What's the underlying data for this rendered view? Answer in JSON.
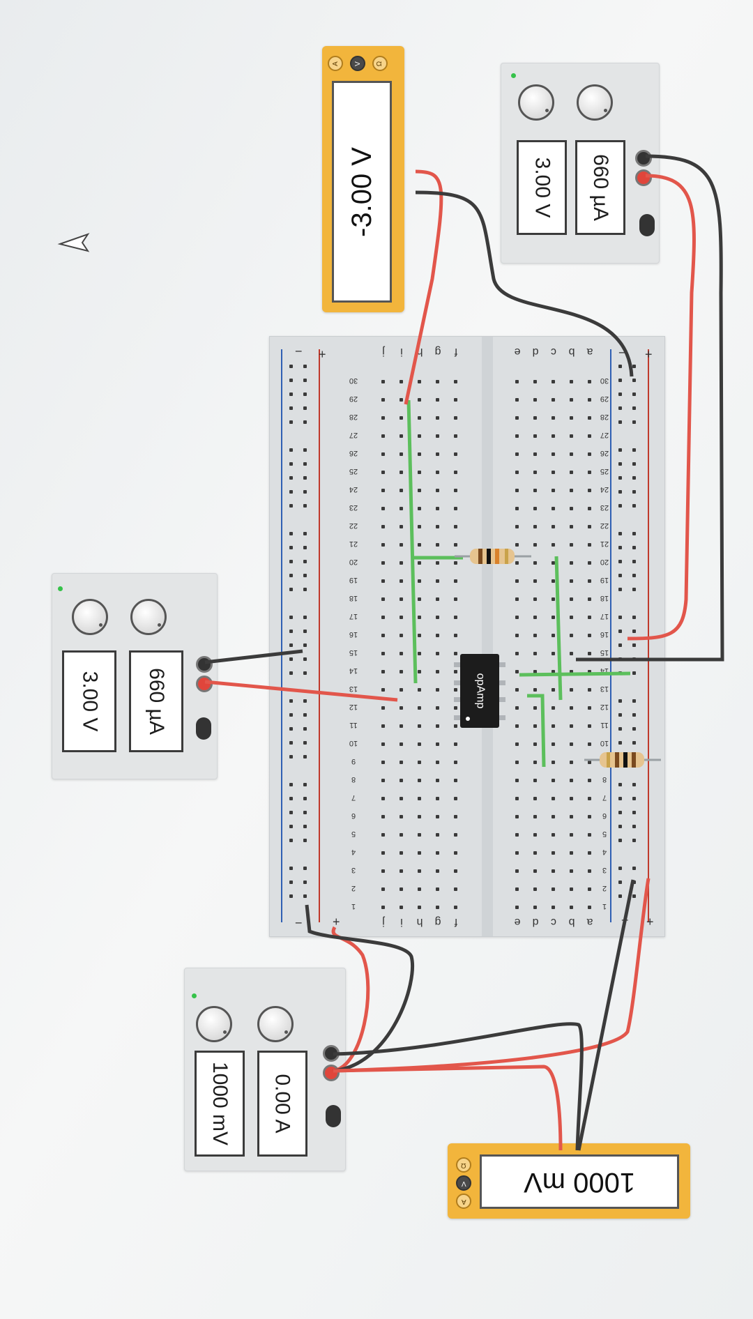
{
  "breadboard": {
    "rail_minus": "−",
    "rail_plus": "+",
    "row_numbers": [
      "1",
      "2",
      "3",
      "4",
      "5",
      "6",
      "7",
      "8",
      "9",
      "10",
      "11",
      "12",
      "13",
      "14",
      "15",
      "16",
      "17",
      "18",
      "19",
      "20",
      "21",
      "22",
      "23",
      "24",
      "25",
      "26",
      "27",
      "28",
      "29",
      "30"
    ],
    "columns_top": [
      "f",
      "g",
      "h",
      "i",
      "j"
    ],
    "columns_bottom": [
      "a",
      "b",
      "c",
      "d",
      "e"
    ]
  },
  "components": {
    "opamp_label": "opAmp"
  },
  "supply_top": {
    "voltage": "3.00 V",
    "current": "660 µA"
  },
  "supply_middle": {
    "voltage": "3.00 V",
    "current": "660 µA"
  },
  "supply_bottom": {
    "voltage": "1000 mV",
    "current": "0.00 A"
  },
  "meter_output": {
    "reading": "-3.00 V",
    "modes": [
      "A",
      "V",
      "Ω"
    ],
    "active_mode": "V"
  },
  "meter_input": {
    "reading": "1000 mV",
    "modes": [
      "A",
      "V",
      "Ω"
    ],
    "active_mode": "V"
  },
  "wire_colors": {
    "red": "#e2564b",
    "black": "#3b3b3b",
    "green": "#5cbf5c"
  }
}
